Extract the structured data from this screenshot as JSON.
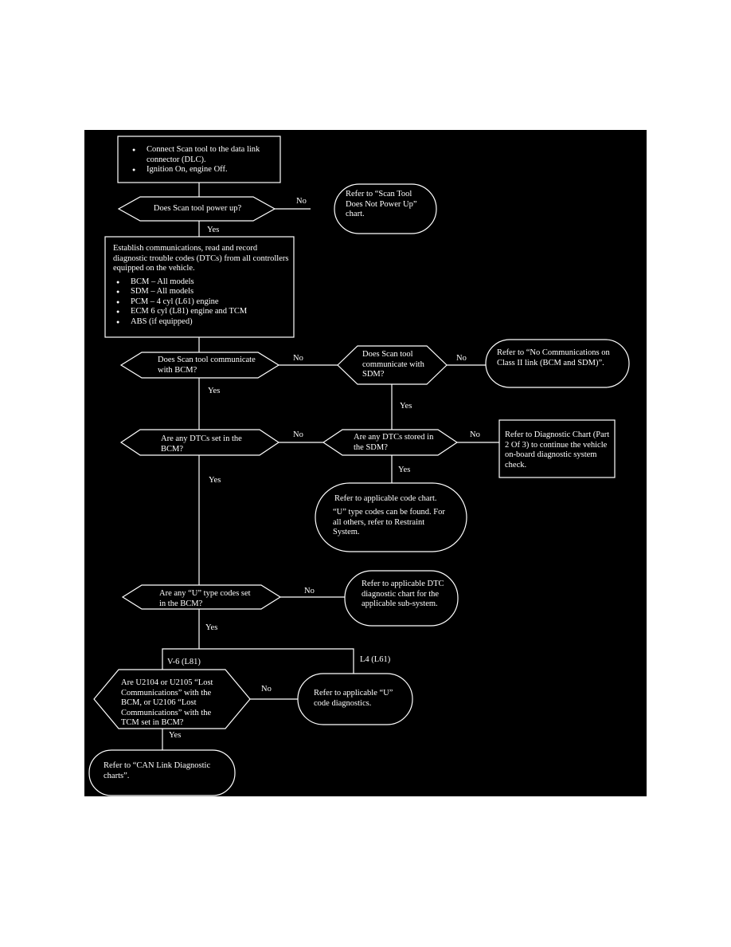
{
  "colors": {
    "background": "#000000",
    "stroke": "#ffffff",
    "text": "#ffffff",
    "page": "#ffffff"
  },
  "nodes": {
    "start": {
      "items": [
        "Connect Scan tool to the data link connector (DLC).",
        "Ignition On, engine Off."
      ]
    },
    "d_power": {
      "text": "Does Scan tool power up?"
    },
    "t_power": {
      "text": "Refer to “Scan Tool Does Not Power Up” chart."
    },
    "establish": {
      "text": "Establish communications, read and record diagnostic trouble codes (DTCs) from all controllers equipped on the vehicle.",
      "items": [
        "BCM – All models",
        "SDM – All models",
        "PCM – 4 cyl (L61) engine",
        "ECM 6 cyl (L81) engine and TCM",
        "ABS (if equipped)"
      ]
    },
    "d_bcm_comm": {
      "text": "Does Scan tool communicate with BCM?"
    },
    "d_sdm_comm": {
      "text": "Does Scan tool communicate with SDM?"
    },
    "t_nocomm": {
      "text": "Refer to “No Communications on Class II link (BCM and SDM)”."
    },
    "d_dtc_bcm": {
      "text": "Are any DTCs set in the BCM?"
    },
    "d_dtc_sdm": {
      "text": "Are any DTCs stored in the SDM?"
    },
    "r_diag": {
      "text": "Refer to Diagnostic Chart (Part 2 Of 3) to continue the vehicle on-board diagnostic system check."
    },
    "t_code": {
      "line1": "Refer to applicable code chart.",
      "line2": "“U” type codes can be found. For all others, refer to Restraint System."
    },
    "d_u_codes": {
      "text": "Are any “U” type codes set in the BCM?"
    },
    "t_dtc_sub": {
      "text": "Refer to applicable DTC diagnostic chart for the applicable sub-system."
    },
    "d_u2104": {
      "text": "Are U2104 or U2105 “Lost Communications” with the BCM, or U2106 “Lost Communications” with the TCM set in BCM?"
    },
    "t_u_diag": {
      "text": "Refer to applicable “U” code diagnostics."
    },
    "t_can": {
      "text": "Refer to “CAN Link Diagnostic charts”."
    }
  },
  "edges": {
    "no_power": "No",
    "yes_power": "Yes",
    "no_bcm_comm": "No",
    "yes_bcm_comm": "Yes",
    "no_sdm_comm": "No",
    "yes_sdm_comm": "Yes",
    "no_dtc_bcm": "No",
    "yes_dtc_bcm": "Yes",
    "no_dtc_sdm": "No",
    "yes_dtc_sdm": "Yes",
    "no_u_codes": "No",
    "yes_u_codes": "Yes",
    "branch_v6": "V-6 (L81)",
    "branch_l4": "L4 (L61)",
    "no_u2104": "No",
    "yes_u2104": "Yes"
  }
}
